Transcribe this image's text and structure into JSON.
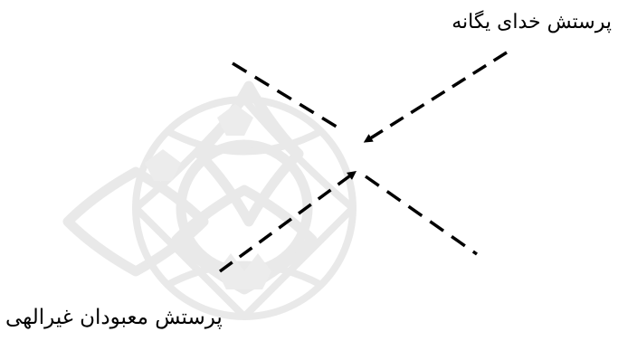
{
  "labels": {
    "top": "پرستش خدای یگانه",
    "bottom": "پرستش معبودان غیرالهی"
  },
  "colors": {
    "line": "#000000",
    "watermark": "#e9e9e9",
    "background": "#ffffff"
  },
  "icons": {
    "watermark": "islamic-star-rosette-ornament"
  }
}
